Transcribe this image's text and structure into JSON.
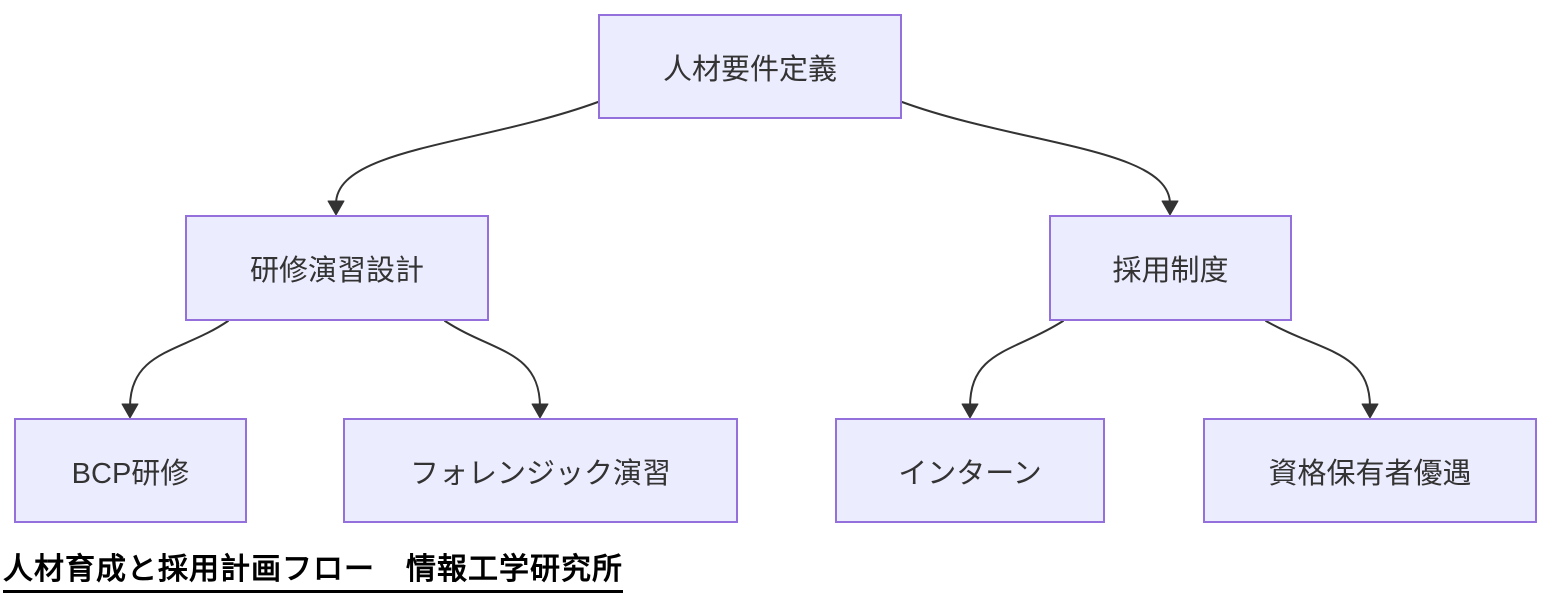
{
  "diagram": {
    "type": "flowchart",
    "direction": "top-down",
    "caption": "人材育成と採用計画フロー　情報工学研究所",
    "nodes": [
      {
        "id": "requirements",
        "label": "人材要件定義"
      },
      {
        "id": "training-design",
        "label": "研修演習設計"
      },
      {
        "id": "recruitment",
        "label": "採用制度"
      },
      {
        "id": "bcp-training",
        "label": "BCP研修"
      },
      {
        "id": "forensic-exercise",
        "label": "フォレンジック演習"
      },
      {
        "id": "intern",
        "label": "インターン"
      },
      {
        "id": "qualified-preference",
        "label": "資格保有者優遇"
      }
    ],
    "edges": [
      {
        "from": "requirements",
        "to": "training-design"
      },
      {
        "from": "requirements",
        "to": "recruitment"
      },
      {
        "from": "training-design",
        "to": "bcp-training"
      },
      {
        "from": "training-design",
        "to": "forensic-exercise"
      },
      {
        "from": "recruitment",
        "to": "intern"
      },
      {
        "from": "recruitment",
        "to": "qualified-preference"
      }
    ],
    "colors": {
      "node_fill": "#ECECFF",
      "node_border": "#9370DB",
      "node_text": "#333333",
      "edge_stroke": "#333333",
      "caption_text": "#000000",
      "background": "#FFFFFF"
    }
  }
}
